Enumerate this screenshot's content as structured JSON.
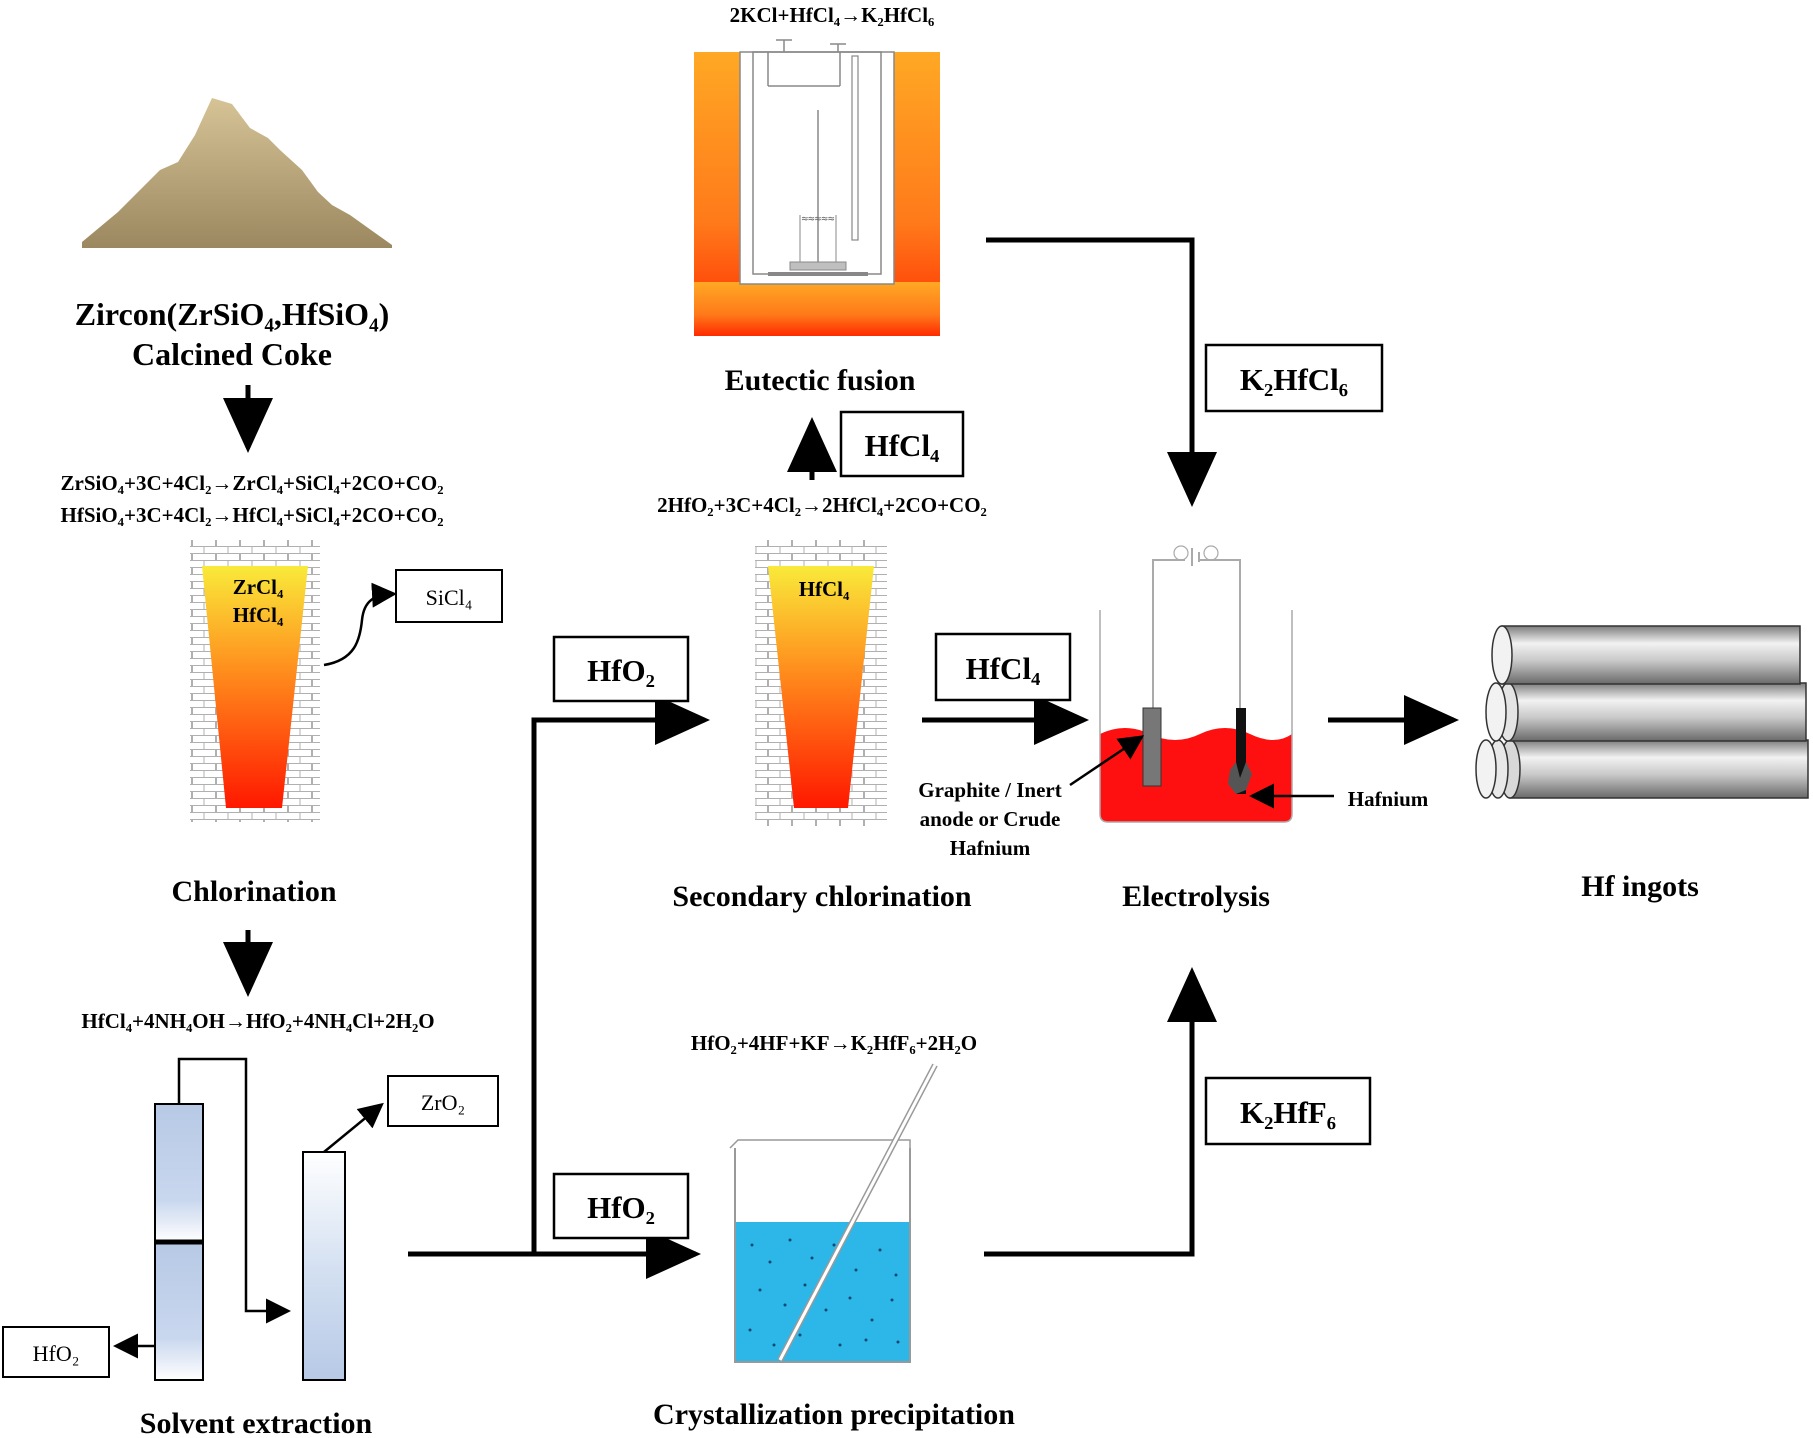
{
  "colors": {
    "line": "#000000",
    "sand": "#c9b483",
    "furnace_top": "#f9e834",
    "furnace_bottom": "#ff1a00",
    "brick": "#bdbdbd",
    "electrolyte": "#ff1010",
    "water": "#2db7e8",
    "column": "#b9cbe6",
    "ingot": "#c4c4c4"
  },
  "raw_material": {
    "line1": "Zircon(ZrSiO₄,HfSiO₄)",
    "line2": "Calcined Coke"
  },
  "chlorination": {
    "eq1": "ZrSiO₄+3C+4Cl₂→ZrCl₄+SiCl₄+2CO+CO₂",
    "eq2": "HfSiO₄+3C+4Cl₂→HfCl₄+SiCl₄+2CO+CO₂",
    "content1": "ZrCl₄",
    "content2": "HfCl₄",
    "byproduct": "SiCl₄",
    "label": "Chlorination"
  },
  "solvent_extraction": {
    "eq": "HfCl₄+4NH₄OH→HfO₂+4NH₄Cl+2H₂O",
    "byproduct": "ZrO₂",
    "output": "HfO₂",
    "label": "Solvent extraction"
  },
  "secondary_chlorination": {
    "input": "HfO₂",
    "eq": "2HfO₂+3C+4Cl₂→2HfCl₄+2CO+CO₂",
    "content": "HfCl₄",
    "up_output": "HfCl₄",
    "right_output": "HfCl₄",
    "label": "Secondary chlorination"
  },
  "eutectic_fusion": {
    "eq": "2KCl+HfCl₄→K₂HfCl₆",
    "label": "Eutectic fusion",
    "output": "K₂HfCl₆"
  },
  "crystallization": {
    "input": "HfO₂",
    "eq": "HfO₂+4HF+KF→K₂HfF₆+2H₂O",
    "label": "Crystallization  precipitation",
    "output": "K₂HfF₆"
  },
  "electrolysis": {
    "anode_line1": "Graphite / Inert",
    "anode_line2": "anode or Crude",
    "anode_line3": "Hafnium",
    "cathode": "Hafnium",
    "label": "Electrolysis"
  },
  "ingots": {
    "label": "Hf ingots"
  }
}
